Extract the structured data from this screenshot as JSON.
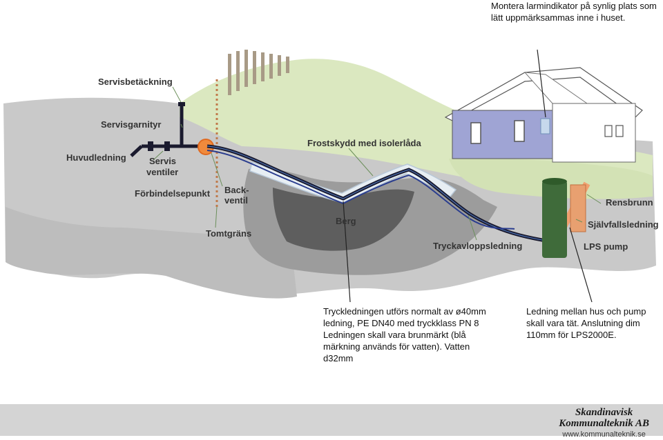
{
  "notes": {
    "alarm": "Montera larmindikator på synlig plats som lätt uppmärksammas inne i huset.",
    "pressure_pipe": "Tryckledningen utförs normalt av ø40mm ledning, PE DN40 med tryckklass PN 8  Ledningen skall vara brunmärkt (blå märkning används för vatten). Vatten d32mm",
    "house_connection": "Ledning mellan hus och pump skall vara tät. Anslutning dim 110mm för LPS2000E."
  },
  "labels": {
    "service_cover": "Servisbetäckning",
    "service_fitting": "Servisgarnityr",
    "main_line": "Huvudledning",
    "service_valves_1": "Servis",
    "service_valves_2": "ventiler",
    "connection_point": "Förbindelsepunkt",
    "check_valve_1": "Back-",
    "check_valve_2": "ventil",
    "property_line": "Tomtgräns",
    "frost_protection": "Frostskydd med isolerlåda",
    "rock": "Berg",
    "pressure_sewer": "Tryckavloppsledning",
    "cleanout": "Rensbrunn",
    "gravity_sewer": "Självfallsledning",
    "lps_pump": "LPS pump"
  },
  "footer": {
    "company_1": "Skandinavisk",
    "company_2": "Kommunalteknik AB",
    "website": "www.kommunalteknik.se"
  },
  "colors": {
    "ground": "#c9c9c9",
    "grass": "#dbe8c0",
    "rock": "#9c9c9c",
    "house_wall": "#9fa4d4",
    "pipe": "#1a1a2e",
    "pump": "#3f6b3a",
    "valve": "#f08a3c"
  }
}
